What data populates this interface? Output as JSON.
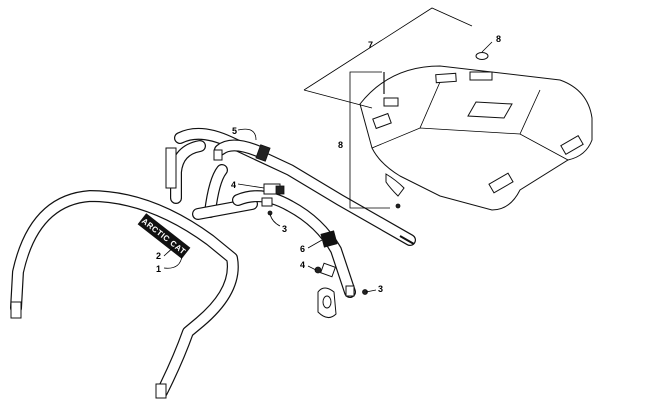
{
  "callouts": {
    "c1": "1",
    "c2": "2",
    "c3a": "3",
    "c3b": "3",
    "c4a": "4",
    "c4b": "4",
    "c5": "5",
    "c6": "6",
    "c7": "7",
    "c8a": "8",
    "c8b": "8"
  },
  "decal": {
    "text": "ARCTIC CAT"
  }
}
